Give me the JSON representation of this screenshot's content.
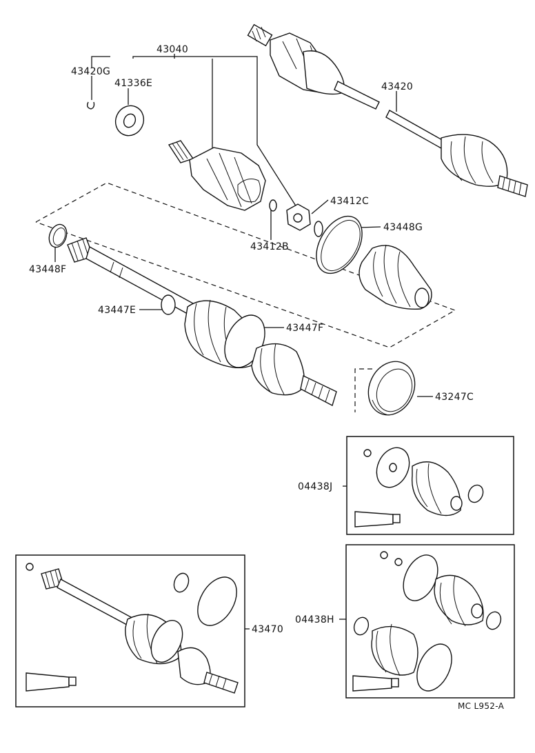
{
  "labels": {
    "p43040": "43040",
    "p43420G": "43420G",
    "p41336E": "41336E",
    "p43420": "43420",
    "p43412C": "43412C",
    "p43448G": "43448G",
    "p43412B": "43412B",
    "p43448F": "43448F",
    "p43447E": "43447E",
    "p43447F": "43447F",
    "p43247C": "43247C",
    "p04438J": "04438J",
    "p43470": "43470",
    "p04438H": "04438H",
    "ref": "MC   L952-A"
  }
}
